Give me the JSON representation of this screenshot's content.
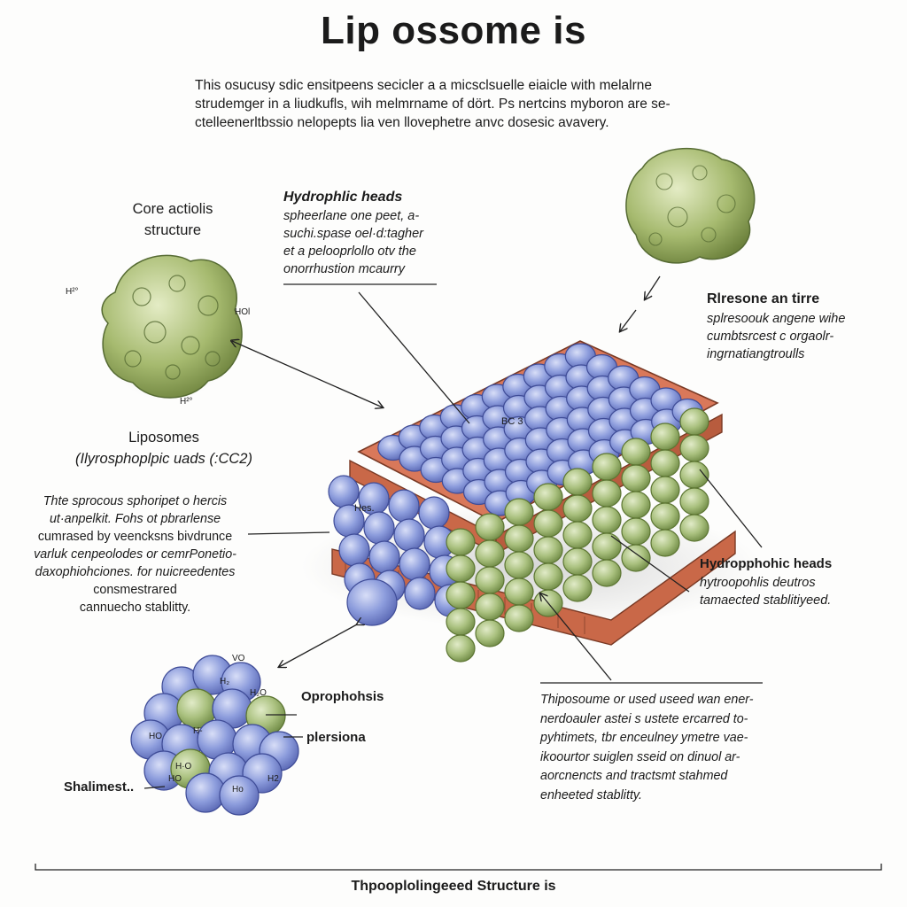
{
  "title": "Lip ossome is",
  "intro_lines": [
    "This osucusy sdic ensitpeens secicler a a micsclsuelle eiaicle with melalrne",
    "strudemger in a liudkufls, wih melmrname of dört. Ps nertcins myboron are se-",
    "ctelleenerltbssio nelopepts lia ven llovephetre anvc dosesic avavery."
  ],
  "core": {
    "title_lines": [
      "Core actiolis",
      "structure"
    ],
    "chem_labels": [
      "H²°",
      "HOl",
      "H²°"
    ]
  },
  "liposomes": {
    "title": "Liposomes",
    "subtitle": "(Ilyrosphoplpic uads (:CC2)"
  },
  "left_desc_lines": [
    "Thte sprocous sphoripet o hercis",
    "ut·anpelkit. Fohs ot pbrarlense",
    "cumrased by veencksns bivdrunce",
    "varluk cenpeolodes or cemrPonetio-",
    "daxophiohciones. for nuicreedentes",
    "consmestrared",
    "cannuecho stablitty."
  ],
  "hydrophilic": {
    "title": "Hydrophlic heads",
    "lines": [
      "spheerlane one peet, a-",
      "suchi.spase oel·d:tagher",
      "et a pelooprlollo otv the",
      "onorrhustion mcaurry"
    ]
  },
  "rresone": {
    "title": "Rlresone an tirre",
    "lines": [
      "splresoouk angene wihe",
      "cumbtsrcest c orgaolr-",
      "ingrnatiangtroulls"
    ]
  },
  "hydrophobic": {
    "title": "Hydropphohic heads",
    "lines": [
      "hytroopohlis deutros",
      "tamaected stablitiyeed."
    ]
  },
  "bilayer_labels": [
    "BC 3",
    "Hes."
  ],
  "cluster": {
    "chem_labels": [
      "VO",
      "H₂",
      "H₂O",
      "HO",
      "H-",
      "H·O",
      "HO",
      "H2",
      "Ho"
    ],
    "labels": [
      "Oprophohsis",
      "plersiona",
      "Shalimest.."
    ]
  },
  "right_desc_lines": [
    "Thiposoume or used useed wan ener-",
    "nerdoauler astei s ustete ercarred to-",
    "pyhtimets, tbr enceulney ymetre vae-",
    "ikoourtor suiglen sseid on dinuol ar-",
    "aorcnencts and tractsmt stahmed",
    "enheeted stablitty."
  ],
  "bottom_caption": "Thpooplolingeeed Structure is",
  "colors": {
    "blue_sphere": "#8c9cdc",
    "green_sphere": "#a9c07e",
    "tail_orange": "#d9785a",
    "lipid_green": "#a6ba6f"
  }
}
